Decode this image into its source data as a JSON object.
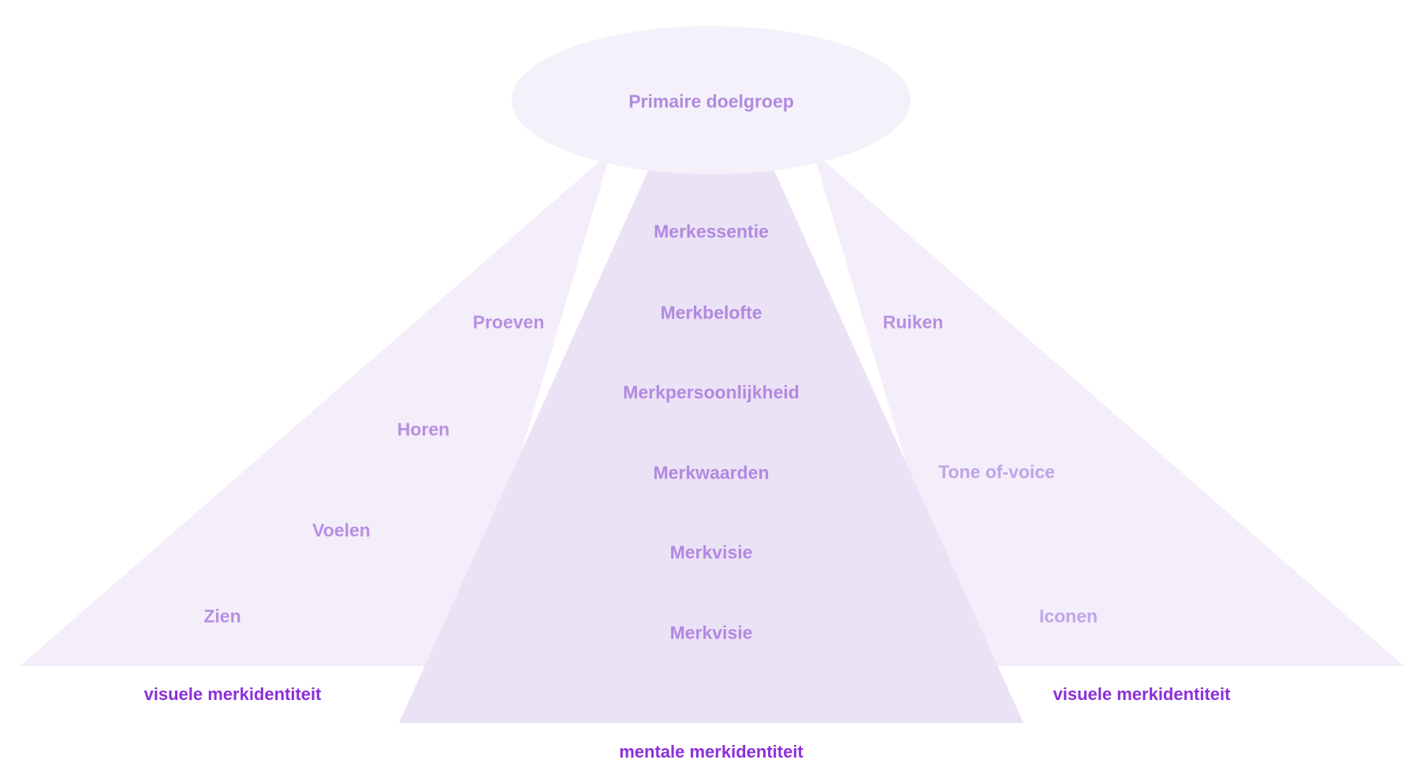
{
  "diagram": {
    "ellipse_label": "Primaire doelgroep",
    "cone_labels": [
      "Merkessentie",
      "Merkbelofte",
      "Merkpersoonlijkheid",
      "Merkwaarden",
      "Merkvisie",
      "Merkvisie"
    ],
    "left_wing_labels": [
      "Proeven",
      "Horen",
      "Voelen",
      "Zien"
    ],
    "right_wing_labels": [
      "Ruiken",
      "Tone of-voice",
      "Iconen"
    ],
    "captions": {
      "left": "visuele merkidentiteit",
      "center": "mentale merkidentiteit",
      "right": "visuele merkidentiteit"
    },
    "colors": {
      "bg": "#ffffff",
      "ellipse": "#f4f1fa",
      "wing": "#f3eefa",
      "cone": "#ebe2f6",
      "label": "#b189e0",
      "labelWing": "#b78fe2",
      "labelWingLight": "#c0a4e9",
      "caption": "#8c2fd9"
    }
  }
}
